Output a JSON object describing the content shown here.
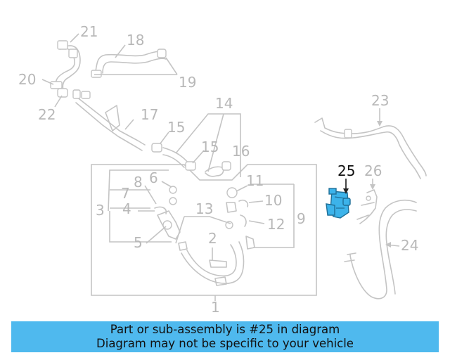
{
  "labels": {
    "l1": "1",
    "l2": "2",
    "l3": "3",
    "l4": "4",
    "l5": "5",
    "l6": "6",
    "l7": "7",
    "l8": "8",
    "l9": "9",
    "l10": "10",
    "l11": "11",
    "l12": "12",
    "l13": "13",
    "l14": "14",
    "l15a": "15",
    "l15b": "15",
    "l16": "16",
    "l17": "17",
    "l18": "18",
    "l19": "19",
    "l20": "20",
    "l21": "21",
    "l22": "22",
    "l23": "23",
    "l24": "24",
    "l25": "25",
    "l26": "26"
  },
  "highlight": {
    "part": "25",
    "color": "#3cb3ea"
  },
  "banner": {
    "line1": "Part or sub-assembly is #25 in diagram",
    "line2": "Diagram may not be specific to your vehicle",
    "color": "#4fb9ee"
  }
}
